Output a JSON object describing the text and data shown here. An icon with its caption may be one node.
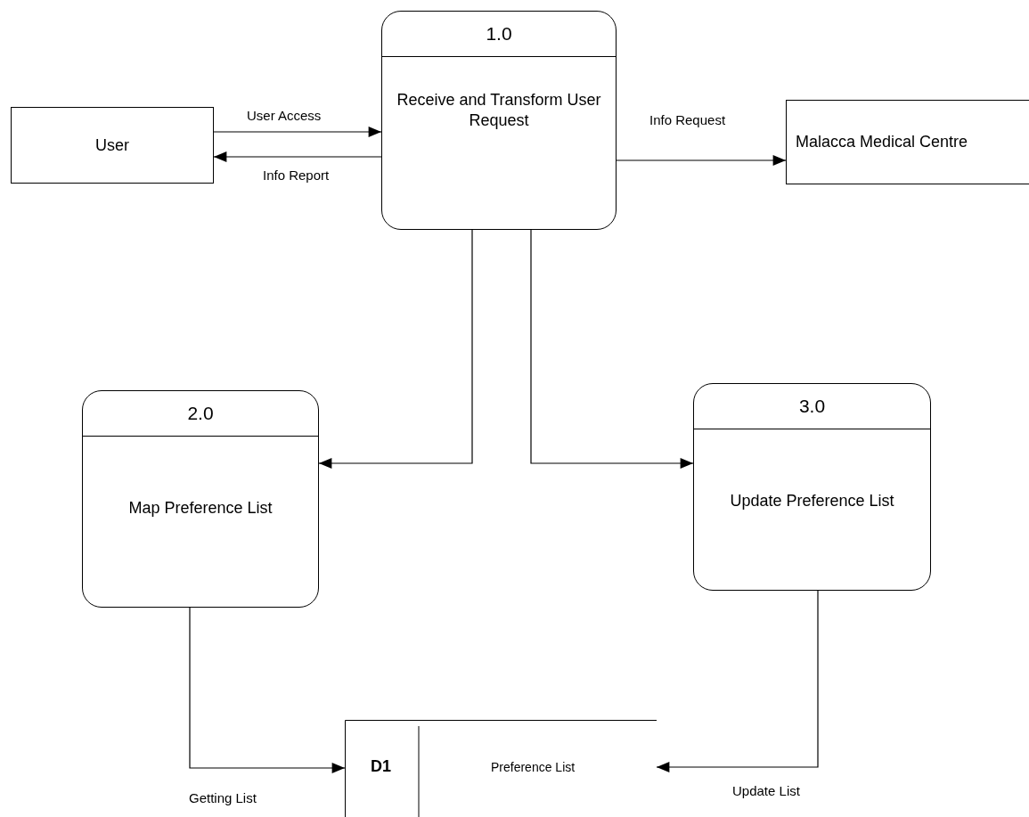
{
  "diagram": {
    "nodes": [
      {
        "text": [
          "User"
        ]
      },
      {
        "text": [
          "1.0",
          "Receive and Transform User Request"
        ]
      },
      {
        "text": [
          "Malacca Medical Centre"
        ]
      },
      {
        "text": [
          "2.0",
          "Map Preference List"
        ]
      },
      {
        "text": [
          "3.0",
          "Update Preference List"
        ]
      },
      {
        "text": [
          "D1",
          "Preference List"
        ]
      }
    ],
    "edges": [
      {
        "from": 0,
        "to": 1,
        "arrow": "to",
        "label": "User Access"
      },
      {
        "from": 1,
        "to": 0,
        "arrow": "to",
        "label": "Info Report"
      },
      {
        "from": 1,
        "to": 2,
        "arrow": "to",
        "label": "Info Request"
      },
      {
        "from": 1,
        "to": 3,
        "arrow": "to"
      },
      {
        "from": 1,
        "to": 4,
        "arrow": "to"
      },
      {
        "from": 3,
        "to": 5,
        "arrow": "to",
        "label": "Getting List"
      },
      {
        "from": 4,
        "to": 5,
        "arrow": "to",
        "label": "Update List"
      }
    ]
  }
}
